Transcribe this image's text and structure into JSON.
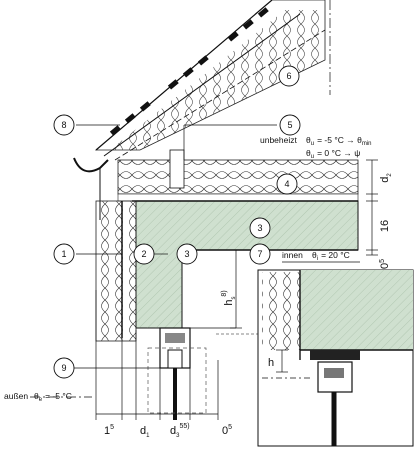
{
  "callouts": [
    {
      "id": "c1",
      "text": "1"
    },
    {
      "id": "c2",
      "text": "2"
    },
    {
      "id": "c3a",
      "text": "3"
    },
    {
      "id": "c3b",
      "text": "3"
    },
    {
      "id": "c4",
      "text": "4"
    },
    {
      "id": "c5",
      "text": "5"
    },
    {
      "id": "c6",
      "text": "6"
    },
    {
      "id": "c7",
      "text": "7"
    },
    {
      "id": "c8",
      "text": "8"
    },
    {
      "id": "c9",
      "text": "9"
    }
  ],
  "labels": {
    "unbeheizt": "unbeheizt",
    "theta_u": "θ",
    "theta_u_sub": "u",
    "cond1": "= -5 °C → θ",
    "cond1_sub": "min",
    "cond2": "= 0 °C → ψ",
    "innen": "innen",
    "theta_i": "θ",
    "theta_i_sub": "i",
    "innen_val": "= 20 °C",
    "aussen": "außen",
    "theta_e": "θ",
    "theta_e_sub": "e",
    "aussen_val": "= -5 °C"
  },
  "dimensions": {
    "right": [
      {
        "base": "d",
        "sub": "2"
      },
      {
        "base": "16",
        "sub": ""
      },
      {
        "base": "0",
        "sup": "5"
      }
    ],
    "hs": {
      "base": "h",
      "sub": "s",
      "sup": "8)"
    },
    "h": "h",
    "bottom": [
      {
        "base": "1",
        "sup": "5"
      },
      {
        "base": "d",
        "sub": "1"
      },
      {
        "base": "d",
        "sub": "3",
        "sup": "55)"
      },
      {
        "base": "0",
        "sup": "5"
      }
    ]
  },
  "colors": {
    "concrete": "#cfe0cf",
    "insulation_line": "#333333",
    "line": "#111111"
  }
}
